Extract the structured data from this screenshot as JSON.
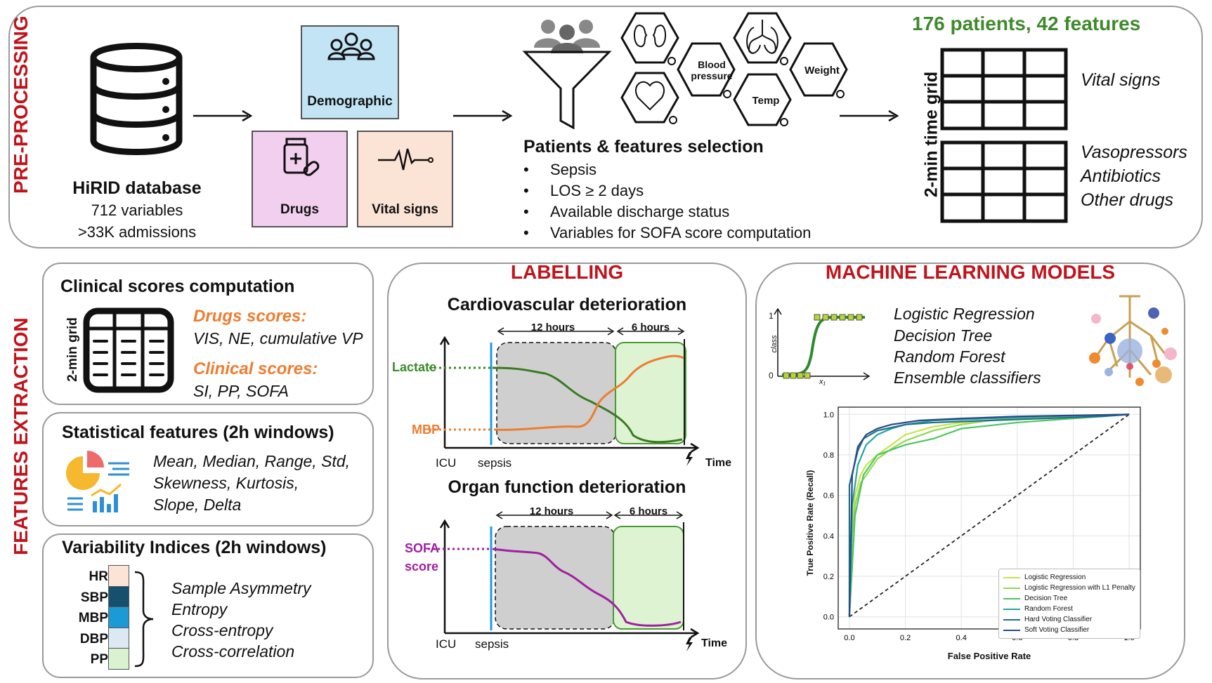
{
  "sections": {
    "preprocessing": "PRE-PROCESSING",
    "features_extraction": "FEATURES EXTRACTION",
    "labelling": "LABELLING",
    "ml_models": "MACHINE LEARNING MODELS"
  },
  "database": {
    "title": "HiRID database",
    "line1": "712 variables",
    "line2": ">33K admissions"
  },
  "categories": {
    "demographic": "Demographic",
    "drugs": "Drugs",
    "vital_signs": "Vital signs"
  },
  "selection": {
    "title": "Patients & features selection",
    "criteria": [
      "Sepsis",
      "LOS ≥ 2 days",
      "Available discharge status",
      "Variables for SOFA score computation"
    ],
    "hex_labels": {
      "blood_pressure": "Blood pressure",
      "weight": "Weight",
      "temp": "Temp"
    }
  },
  "grid_output": {
    "title": "176 patients, 42 features",
    "axis_label": "2-min time grid",
    "top_label": "Vital signs",
    "bottom_labels": [
      "Vasopressors",
      "Antibiotics",
      "Other drugs"
    ]
  },
  "clinical_scores": {
    "title": "Clinical scores computation",
    "grid_label": "2-min grid",
    "drugs_heading": "Drugs scores:",
    "drugs_text": "VIS, NE, cumulative VP",
    "clinical_heading": "Clinical scores:",
    "clinical_text": "SI, PP, SOFA"
  },
  "statistical": {
    "title": "Statistical features (2h windows)",
    "lines": [
      "Mean, Median, Range, Std,",
      "Skewness, Kurtosis,",
      "Slope, Delta"
    ]
  },
  "variability": {
    "title": "Variability Indices (2h windows)",
    "signals": [
      "HR",
      "SBP",
      "MBP",
      "DBP",
      "PP"
    ],
    "signal_colors": [
      "#fbe3d6",
      "#17506e",
      "#1c9ad6",
      "#dce9f5",
      "#d9f2d0"
    ],
    "indices": [
      "Sample Asymmetry",
      "Entropy",
      "Cross-entropy",
      "Cross-correlation"
    ]
  },
  "labelling": {
    "cardio": {
      "title": "Cardiovascular deterioration",
      "window1": "12 hours",
      "window2": "6 hours",
      "series1": "Lactate",
      "series2": "MBP",
      "x_icu": "ICU",
      "x_sepsis": "sepsis",
      "x_time": "Time"
    },
    "organ": {
      "title": "Organ function deterioration",
      "window1": "12 hours",
      "window2": "6 hours",
      "series1_line1": "SOFA",
      "series1_line2": "score",
      "x_icu": "ICU",
      "x_sepsis": "sepsis",
      "x_time": "Time"
    }
  },
  "models": {
    "list": [
      "Logistic Regression",
      "Decision Tree",
      "Random Forest",
      "Ensemble classifiers"
    ],
    "logistic_axis": {
      "y1": "1",
      "y0": "0",
      "ylabel": "class",
      "xlabel": "x₁"
    }
  },
  "chart_data": {
    "type": "line",
    "xlabel": "False Positive Rate",
    "ylabel": "True Positive Rate (Recall)",
    "xlim": [
      0,
      1
    ],
    "ylim": [
      0,
      1
    ],
    "xticks": [
      "0.0",
      "0.2",
      "0.4",
      "0.6",
      "0.8",
      "1.0"
    ],
    "yticks": [
      "0.0",
      "0.2",
      "0.4",
      "0.6",
      "0.8",
      "1.0"
    ],
    "grid": true,
    "legend_position": "bottom-right",
    "series": [
      {
        "name": "Logistic Regression",
        "color": "#c7e34b",
        "x": [
          0,
          0.01,
          0.02,
          0.04,
          0.06,
          0.1,
          0.15,
          0.2,
          0.3,
          0.4,
          0.5,
          0.6,
          0.8,
          1.0
        ],
        "y": [
          0,
          0.45,
          0.6,
          0.7,
          0.75,
          0.8,
          0.85,
          0.9,
          0.94,
          0.96,
          0.97,
          0.98,
          0.99,
          1.0
        ]
      },
      {
        "name": "Logistic Regression with L1 Penalty",
        "color": "#8fd94e",
        "x": [
          0,
          0.01,
          0.02,
          0.04,
          0.07,
          0.1,
          0.15,
          0.2,
          0.3,
          0.4,
          0.5,
          0.6,
          0.8,
          1.0
        ],
        "y": [
          0,
          0.4,
          0.55,
          0.66,
          0.72,
          0.78,
          0.83,
          0.87,
          0.92,
          0.95,
          0.97,
          0.98,
          0.99,
          1.0
        ]
      },
      {
        "name": "Decision Tree",
        "color": "#4cc462",
        "x": [
          0,
          0.02,
          0.05,
          0.1,
          0.2,
          0.3,
          0.4,
          0.6,
          0.8,
          1.0
        ],
        "y": [
          0,
          0.5,
          0.7,
          0.8,
          0.85,
          0.88,
          0.93,
          0.96,
          0.98,
          1.0
        ]
      },
      {
        "name": "Random Forest",
        "color": "#27a59a",
        "x": [
          0,
          0.01,
          0.03,
          0.06,
          0.1,
          0.15,
          0.2,
          0.3,
          0.5,
          0.7,
          1.0
        ],
        "y": [
          0,
          0.55,
          0.75,
          0.85,
          0.9,
          0.93,
          0.95,
          0.97,
          0.98,
          0.99,
          1.0
        ]
      },
      {
        "name": "Hard Voting Classifier",
        "color": "#1f6f8b",
        "x": [
          0,
          0.0,
          0.03,
          0.05,
          0.1,
          0.2,
          0.3,
          0.5,
          0.7,
          0.9,
          1.0
        ],
        "y": [
          0,
          0.65,
          0.82,
          0.88,
          0.92,
          0.95,
          0.96,
          0.97,
          0.98,
          0.99,
          1.0
        ]
      },
      {
        "name": "Soft Voting Classifier",
        "color": "#29498a",
        "x": [
          0,
          0.01,
          0.03,
          0.06,
          0.1,
          0.15,
          0.25,
          0.4,
          0.6,
          0.8,
          1.0
        ],
        "y": [
          0,
          0.7,
          0.84,
          0.9,
          0.93,
          0.95,
          0.97,
          0.98,
          0.99,
          0.995,
          1.0
        ]
      }
    ]
  }
}
